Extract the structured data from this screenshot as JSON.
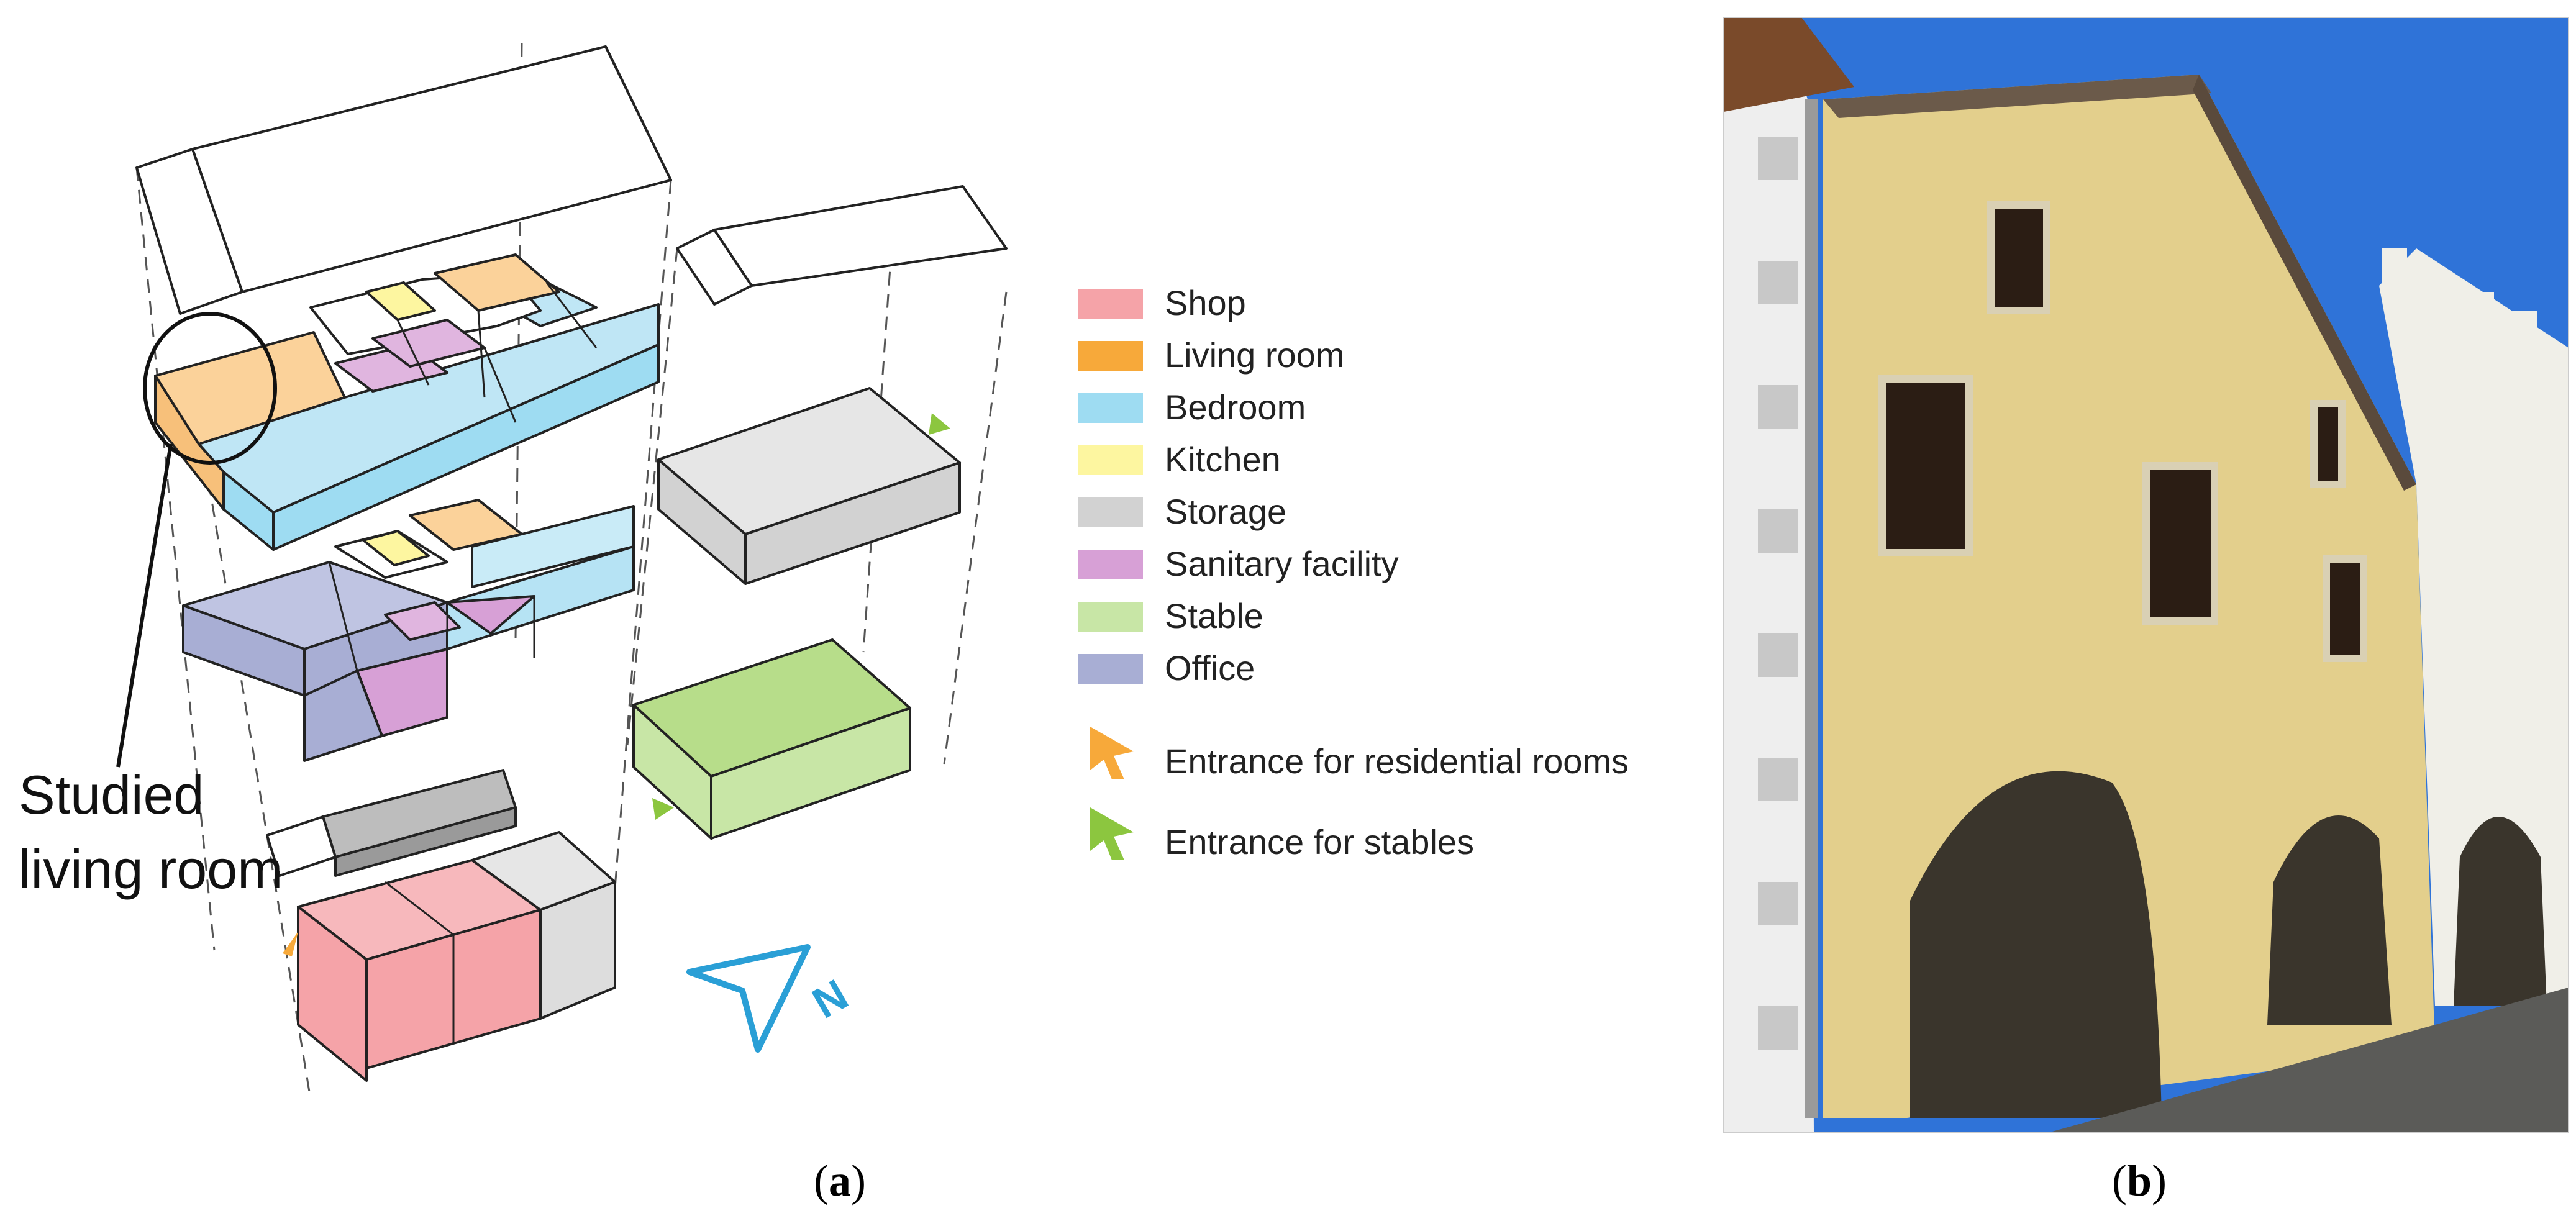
{
  "panel_a": {
    "callout_label_line1": "Studied",
    "callout_label_line2": "living room",
    "compass_label": "N",
    "legend": {
      "rooms": [
        {
          "label": "Shop",
          "color": "#f5a3a8"
        },
        {
          "label": "Living room",
          "color": "#f7a93a"
        },
        {
          "label": "Bedroom",
          "color": "#9edcf2"
        },
        {
          "label": "Kitchen",
          "color": "#fdf6a0"
        },
        {
          "label": "Storage",
          "color": "#d2d2d2"
        },
        {
          "label": "Sanitary facility",
          "color": "#d7a0d6"
        },
        {
          "label": "Stable",
          "color": "#c8e6a6"
        },
        {
          "label": "Office",
          "color": "#a8aed4"
        }
      ],
      "entrances": [
        {
          "label": "Entrance for residential rooms",
          "color": "#f7a93a"
        },
        {
          "label": "Entrance for stables",
          "color": "#8cc63f"
        }
      ]
    },
    "caption_open": "(",
    "caption_letter": "a",
    "caption_close": ")"
  },
  "panel_b": {
    "caption_open": "(",
    "caption_letter": "b",
    "caption_close": ")"
  },
  "colors": {
    "line": "#222222",
    "dash": "#555555",
    "compass": "#2a9fd6",
    "sky": "#2f73d8",
    "wall": "#e3cf8c"
  }
}
